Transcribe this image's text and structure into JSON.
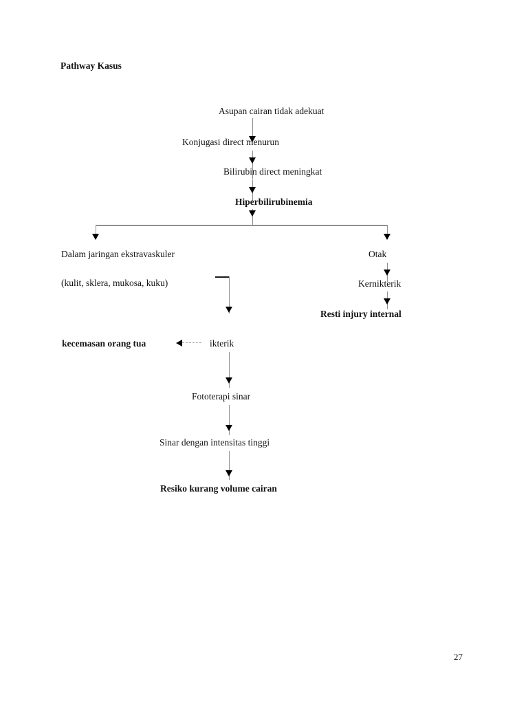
{
  "document": {
    "title": "Pathway Kasus",
    "page_number": "27"
  },
  "diagram": {
    "nodes": {
      "asupan": "Asupan cairan tidak adekuat",
      "konjugasi": "Konjugasi direct menurun",
      "bilirubin": "Bilirubin direct meningkat",
      "hiperbilirubinemia": "Hiperbilirubinemia",
      "ekstravaskuler": "Dalam jaringan ekstravaskuler",
      "ekstravaskuler_detail": "(kulit, sklera, mukosa, kuku)",
      "otak": "Otak",
      "kernikterik": "Kernikterik",
      "resti_injury": "Resti injury internal",
      "kecemasan": "kecemasan orang tua",
      "ikterik": "ikterik",
      "fototerapi": "Fototerapi sinar",
      "sinar_intensitas": "Sinar dengan intensitas tinggi",
      "resiko_cairan": "Resiko kurang volume cairan"
    }
  }
}
